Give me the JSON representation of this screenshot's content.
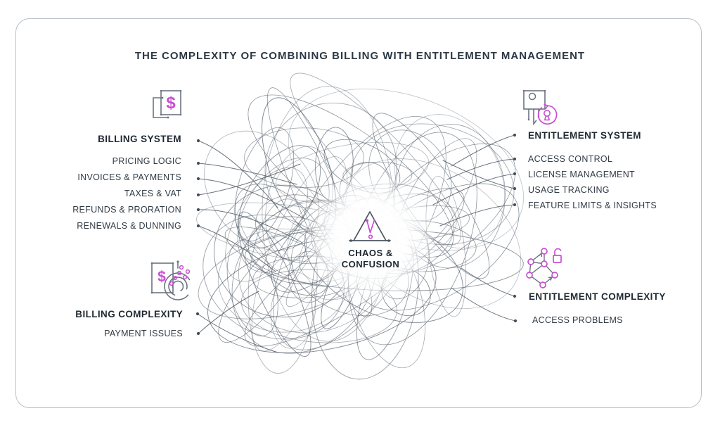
{
  "title": "THE COMPLEXITY OF COMBINING BILLING WITH ENTITLEMENT MANAGEMENT",
  "center": {
    "icon": "warning-triangle-icon",
    "line1": "CHAOS &",
    "line2": "CONFUSION"
  },
  "sections": {
    "billing_system": {
      "icon": "billing-document-dollar-icon",
      "title": "BILLING SYSTEM",
      "items": [
        "PRICING LOGIC",
        "INVOICES & PAYMENTS",
        "TAXES & VAT",
        "REFUNDS & PRORATION",
        "RENEWALS & DUNNING"
      ]
    },
    "entitlement_system": {
      "icon": "key-access-icon",
      "title": "ENTITLEMENT SYSTEM",
      "items": [
        "ACCESS CONTROL",
        "LICENSE MANAGEMENT",
        "USAGE TRACKING",
        "FEATURE LIMITS & INSIGHTS"
      ]
    },
    "billing_complexity": {
      "icon": "invoice-spiral-icon",
      "title": "BILLING COMPLEXITY",
      "items": [
        "PAYMENT ISSUES"
      ]
    },
    "entitlement_complexity": {
      "icon": "network-lock-icon",
      "title": "ENTITLEMENT COMPLEXITY",
      "items": [
        "ACCESS PROBLEMS"
      ]
    }
  },
  "colors": {
    "accent_magenta": "#c94fd3",
    "icon_gray": "#6b7480",
    "scribble_gray": "#56616d",
    "text_dark": "#2b3540",
    "card_border": "#b9bfc6"
  }
}
